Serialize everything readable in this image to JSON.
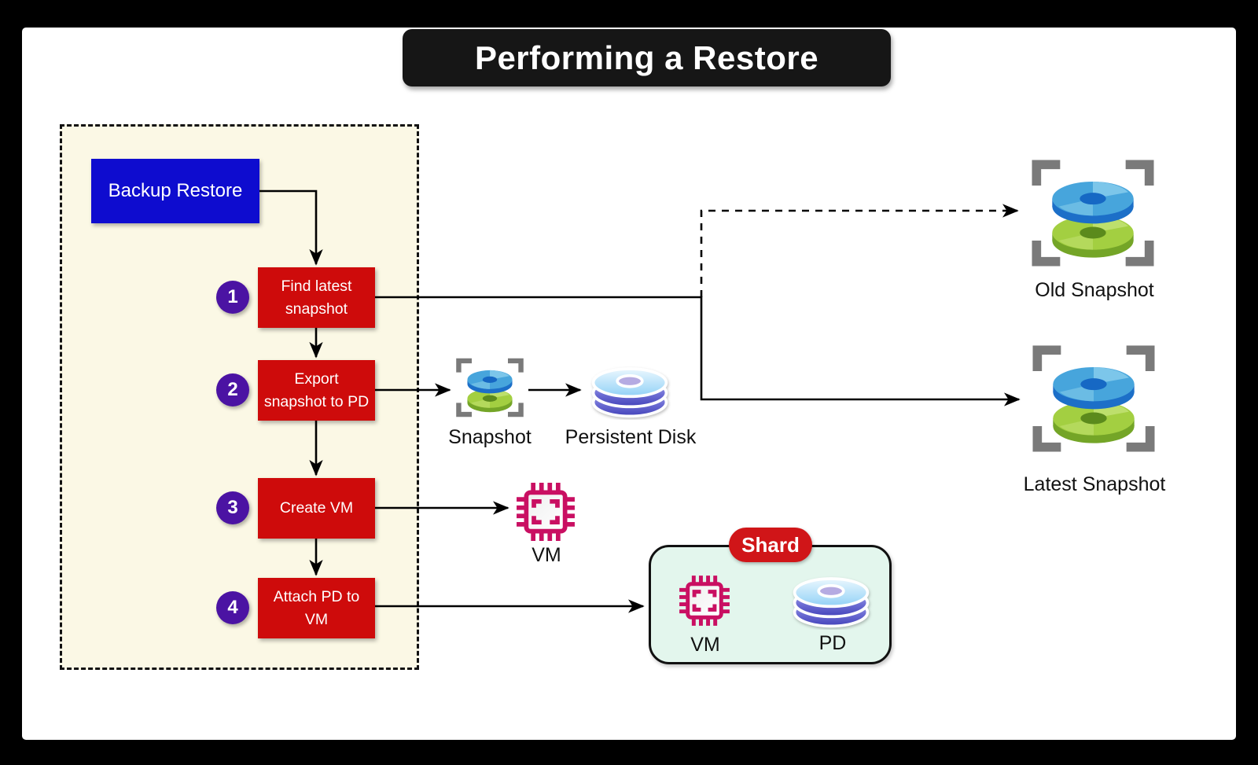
{
  "title": "Performing a Restore",
  "flow_panel": {
    "start": "Backup Restore",
    "steps": [
      {
        "num": "1",
        "line1": "Find latest",
        "line2": "snapshot"
      },
      {
        "num": "2",
        "line1": "Export",
        "line2": "snapshot to PD"
      },
      {
        "num": "3",
        "line1": "Create VM",
        "line2": ""
      },
      {
        "num": "4",
        "line1": "Attach PD to",
        "line2": "VM"
      }
    ]
  },
  "artifacts": {
    "snapshot": "Snapshot",
    "persistent_disk": "Persistent Disk",
    "vm": "VM",
    "old_snapshot": "Old Snapshot",
    "latest_snapshot": "Latest Snapshot"
  },
  "shard": {
    "title": "Shard",
    "vm": "VM",
    "pd": "PD"
  },
  "icons": {
    "snapshot-icon": "blue disk stacked over green disk inside gray focus brackets",
    "persistent-disk-icon": "stacked disk platters, light-blue top face with indigo sides",
    "vm-chip-icon": "magenta cpu chip outline with pins and inner corner brackets"
  },
  "colors": {
    "frame": "#000000",
    "canvas": "#ffffff",
    "title_bg": "#161616",
    "flow_panel_bg": "#fbf8e5",
    "start_box_blue": "#0e0ccf",
    "step_box_red": "#ce0b0b",
    "step_badge_purple": "#4b13a3",
    "shard_bg_mint": "#e3f6ed",
    "shard_pill_red": "#d01518",
    "vm_chip_magenta": "#c90f62",
    "bracket_gray": "#7a7a7a",
    "disk_blue": "#47a5dc",
    "disk_green": "#a3cf41",
    "connector": "#000000"
  }
}
